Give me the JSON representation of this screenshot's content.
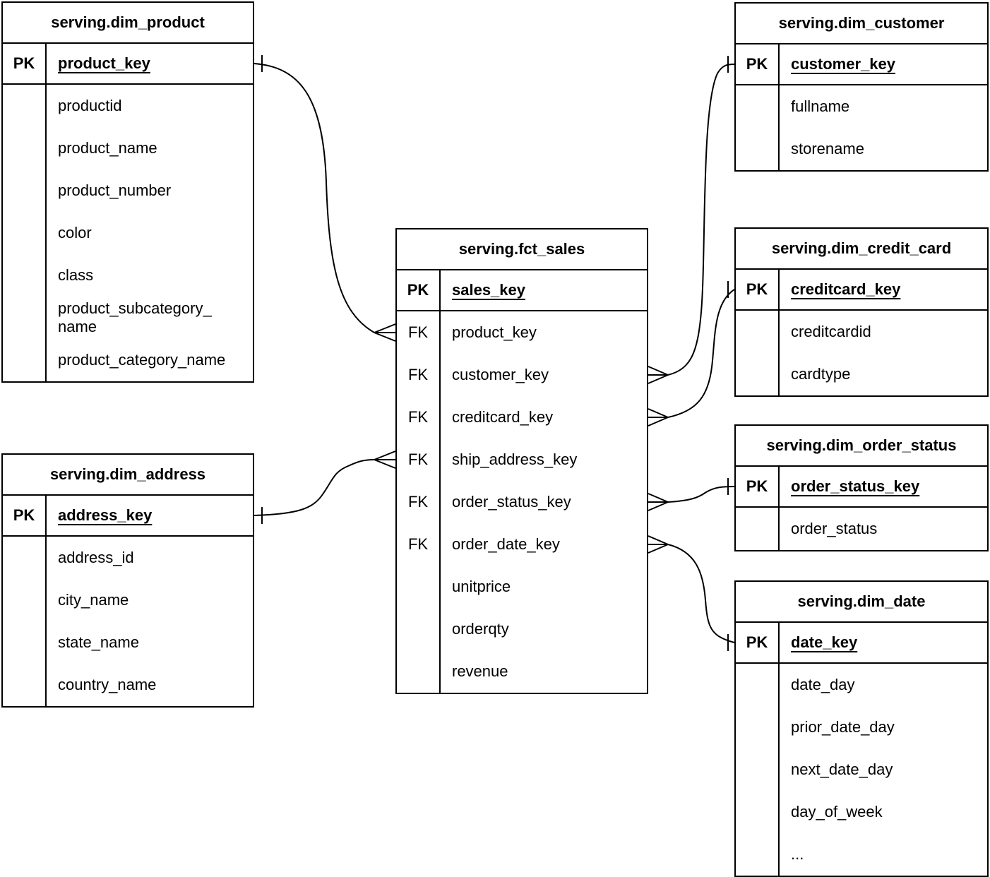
{
  "diagram": {
    "type": "entity-relationship",
    "notation": "crows-foot",
    "colors": {
      "line": "#000000",
      "background": "#ffffff",
      "text": "#000000"
    },
    "tables": [
      {
        "id": "dim_product",
        "title": "serving.dim_product",
        "primary_key": {
          "tag": "PK",
          "name": "product_key"
        },
        "fields": [
          "productid",
          "product_name",
          "product_number",
          "color",
          "class",
          "product_subcategory_name",
          "product_category_name"
        ]
      },
      {
        "id": "dim_customer",
        "title": "serving.dim_customer",
        "primary_key": {
          "tag": "PK",
          "name": "customer_key"
        },
        "fields": [
          "fullname",
          "storename"
        ]
      },
      {
        "id": "fct_sales",
        "title": "serving.fct_sales",
        "primary_key": {
          "tag": "PK",
          "name": "sales_key"
        },
        "fields": [
          {
            "tag": "FK",
            "name": "product_key"
          },
          {
            "tag": "FK",
            "name": "customer_key"
          },
          {
            "tag": "FK",
            "name": "creditcard_key"
          },
          {
            "tag": "FK",
            "name": "ship_address_key"
          },
          {
            "tag": "FK",
            "name": "order_status_key"
          },
          {
            "tag": "FK",
            "name": "order_date_key"
          },
          "unitprice",
          "orderqty",
          "revenue"
        ]
      },
      {
        "id": "dim_credit_card",
        "title": "serving.dim_credit_card",
        "primary_key": {
          "tag": "PK",
          "name": "creditcard_key"
        },
        "fields": [
          "creditcardid",
          "cardtype"
        ]
      },
      {
        "id": "dim_order_status",
        "title": "serving.dim_order_status",
        "primary_key": {
          "tag": "PK",
          "name": "order_status_key"
        },
        "fields": [
          "order_status"
        ]
      },
      {
        "id": "dim_date",
        "title": "serving.dim_date",
        "primary_key": {
          "tag": "PK",
          "name": "date_key"
        },
        "fields": [
          "date_day",
          "prior_date_day",
          "next_date_day",
          "day_of_week",
          "..."
        ]
      },
      {
        "id": "dim_address",
        "title": "serving.dim_address",
        "primary_key": {
          "tag": "PK",
          "name": "address_key"
        },
        "fields": [
          "address_id",
          "city_name",
          "state_name",
          "country_name"
        ]
      }
    ],
    "relationships": [
      {
        "many_end": "fct_sales.product_key",
        "one_end": "dim_product.product_key"
      },
      {
        "many_end": "fct_sales.customer_key",
        "one_end": "dim_customer.customer_key"
      },
      {
        "many_end": "fct_sales.creditcard_key",
        "one_end": "dim_credit_card.creditcard_key"
      },
      {
        "many_end": "fct_sales.ship_address_key",
        "one_end": "dim_address.address_key"
      },
      {
        "many_end": "fct_sales.order_status_key",
        "one_end": "dim_order_status.order_status_key"
      },
      {
        "many_end": "fct_sales.order_date_key",
        "one_end": "dim_date.date_key"
      }
    ]
  }
}
